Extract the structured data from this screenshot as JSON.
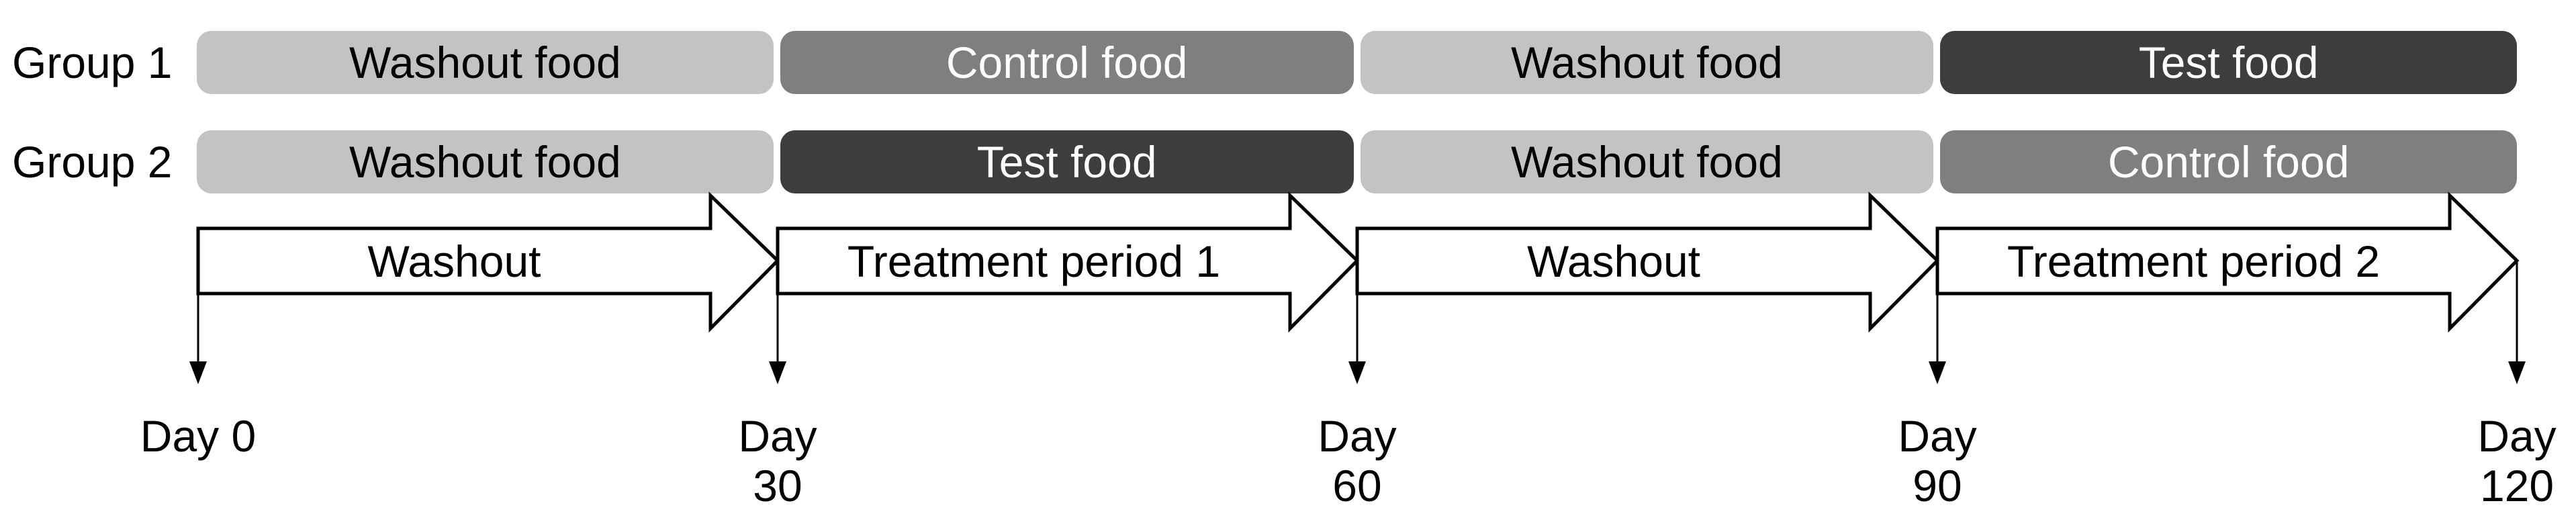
{
  "figure": {
    "type": "crossover-study-timeline",
    "background": "#ffffff"
  },
  "groups": [
    {
      "label": "Group 1",
      "segments": [
        {
          "label": "Washout food",
          "variant": "light"
        },
        {
          "label": "Control food",
          "variant": "medium"
        },
        {
          "label": "Washout food",
          "variant": "light"
        },
        {
          "label": "Test food",
          "variant": "dark"
        }
      ]
    },
    {
      "label": "Group 2",
      "segments": [
        {
          "label": "Washout food",
          "variant": "light"
        },
        {
          "label": "Test food",
          "variant": "dark"
        },
        {
          "label": "Washout food",
          "variant": "light"
        },
        {
          "label": "Control food",
          "variant": "medium"
        }
      ]
    }
  ],
  "phases": [
    {
      "label": "Washout"
    },
    {
      "label": "Treatment period 1"
    },
    {
      "label": "Washout"
    },
    {
      "label": "Treatment period 2"
    }
  ],
  "day_markers": [
    {
      "day": 0,
      "lines": [
        "Day 0"
      ]
    },
    {
      "day": 30,
      "lines": [
        "Day",
        "30"
      ]
    },
    {
      "day": 60,
      "lines": [
        "Day",
        "60"
      ]
    },
    {
      "day": 90,
      "lines": [
        "Day",
        "90"
      ]
    },
    {
      "day": 120,
      "lines": [
        "Day",
        "120"
      ]
    }
  ],
  "colors": {
    "washout_bar": "#c3c3c3",
    "control_bar": "#7f7f7f",
    "test_bar": "#3d3d3d",
    "bar_text_on_light": "#000000",
    "bar_text_on_dark": "#ffffff",
    "arrow_fill": "#ffffff",
    "outline": "#000000"
  }
}
